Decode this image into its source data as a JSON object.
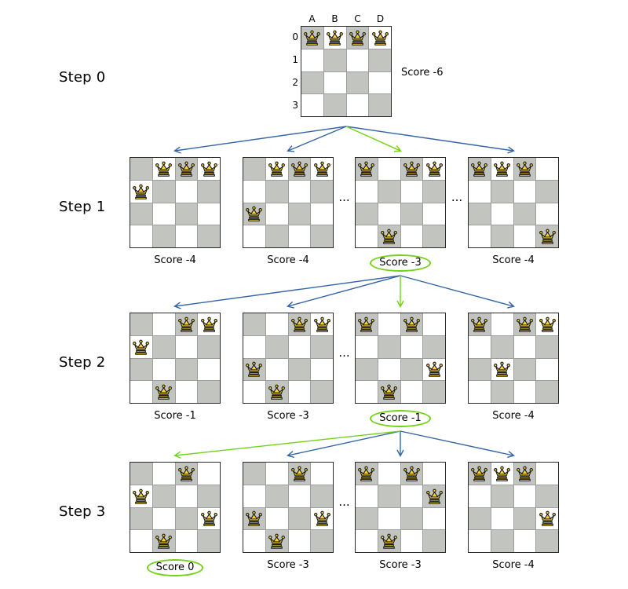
{
  "labels": {
    "ellipsis": "..."
  },
  "board": {
    "column_headers": [
      "A",
      "B",
      "C",
      "D"
    ],
    "row_headers": [
      "0",
      "1",
      "2",
      "3"
    ]
  },
  "colors": {
    "arrow_blue": "#3465a4",
    "selected_green": "#73d216",
    "dark_cell": "#c2c5bf",
    "light_cell": "#ffffff",
    "queen_yellow": "#ffd42a"
  },
  "root": {
    "step_label": "Step 0",
    "score": "Score -6",
    "queens": [
      "A0",
      "B0",
      "C0",
      "D0"
    ]
  },
  "steps": [
    {
      "step_label": "Step 1",
      "dots_gaps": [
        1,
        2
      ],
      "boards": [
        {
          "queens": [
            "A1",
            "B0",
            "C0",
            "D0"
          ],
          "score": "Score -4",
          "selected": false
        },
        {
          "queens": [
            "A2",
            "B0",
            "C0",
            "D0"
          ],
          "score": "Score -4",
          "selected": false
        },
        {
          "queens": [
            "A0",
            "B3",
            "C0",
            "D0"
          ],
          "score": "Score -3",
          "selected": true
        },
        {
          "queens": [
            "A0",
            "B0",
            "C0",
            "D3"
          ],
          "score": "Score -4",
          "selected": false
        }
      ]
    },
    {
      "step_label": "Step 2",
      "dots_gaps": [
        1
      ],
      "boards": [
        {
          "queens": [
            "A1",
            "B3",
            "C0",
            "D0"
          ],
          "score": "Score -1",
          "selected": false
        },
        {
          "queens": [
            "A2",
            "B3",
            "C0",
            "D0"
          ],
          "score": "Score -3",
          "selected": false
        },
        {
          "queens": [
            "A0",
            "B3",
            "C0",
            "D2"
          ],
          "score": "Score -1",
          "selected": true
        },
        {
          "queens": [
            "A0",
            "B2",
            "C0",
            "D0"
          ],
          "score": "Score -4",
          "selected": false
        }
      ]
    },
    {
      "step_label": "Step 3",
      "dots_gaps": [
        1
      ],
      "boards": [
        {
          "queens": [
            "A1",
            "B3",
            "C0",
            "D2"
          ],
          "score": "Score 0",
          "selected": true
        },
        {
          "queens": [
            "A2",
            "B3",
            "C0",
            "D2"
          ],
          "score": "Score -3",
          "selected": false
        },
        {
          "queens": [
            "A0",
            "B3",
            "C0",
            "D1"
          ],
          "score": "Score -3",
          "selected": false
        },
        {
          "queens": [
            "A0",
            "B0",
            "C0",
            "D2"
          ],
          "score": "Score -4",
          "selected": false
        }
      ]
    }
  ]
}
